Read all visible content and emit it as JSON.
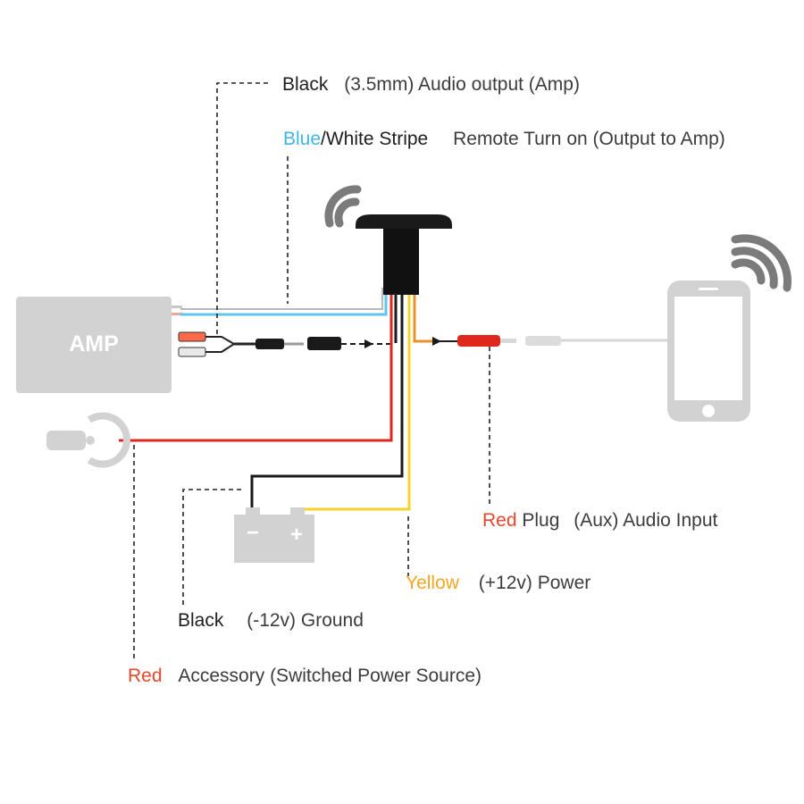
{
  "labels": {
    "black_audio_color": "Black",
    "black_audio_desc": "(3.5mm) Audio output (Amp)",
    "blue_color": "Blue",
    "white_stripe_color": "/White Stripe",
    "remote_desc": "Remote Turn on (Output to Amp)",
    "red_plug_color": "Red",
    "red_plug_word": "Plug",
    "red_plug_desc": "(Aux) Audio Input",
    "yellow_color": "Yellow",
    "yellow_desc": "(+12v) Power",
    "black_ground_color": "Black",
    "black_ground_desc": "(-12v) Ground",
    "red_acc_color": "Red",
    "red_acc_desc": "Accessory (Switched Power Source)"
  },
  "amp": {
    "label": "AMP"
  },
  "battery": {
    "minus": "−",
    "plus": "+"
  },
  "colors": {
    "red_wire": "#e0271d",
    "yellow_wire": "#f7d32a",
    "black_wire": "#1a1a1a",
    "blue_wire": "#5ec5ec",
    "device_gray": "#d2d2d2",
    "signal_gray": "#8a8a8a"
  }
}
